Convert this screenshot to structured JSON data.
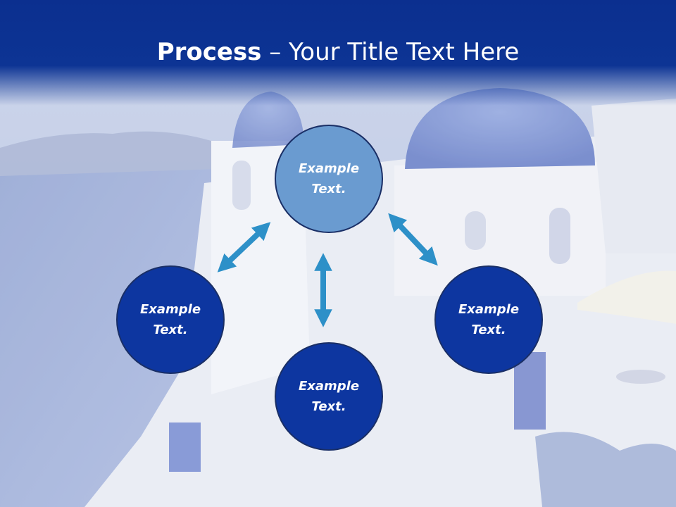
{
  "slide": {
    "title_bold": "Process",
    "title_rest": " – Your Title Text Here"
  },
  "nodes": {
    "top": {
      "line1": "Example",
      "line2": "Text."
    },
    "left": {
      "line1": "Example",
      "line2": "Text."
    },
    "bottom": {
      "line1": "Example",
      "line2": "Text."
    },
    "right": {
      "line1": "Example",
      "line2": "Text."
    }
  },
  "colors": {
    "header": "#0d3494",
    "circle_dark": "#0d36a0",
    "circle_light": "#6a9bd0",
    "arrow": "#2d90c8"
  }
}
